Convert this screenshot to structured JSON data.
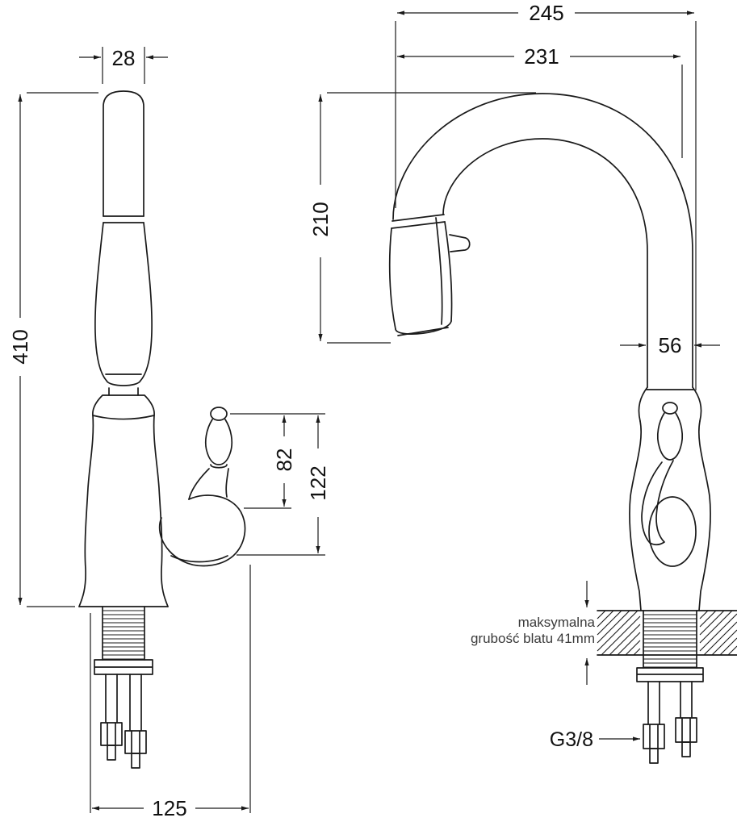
{
  "drawing": {
    "line_color": "#1a1a1a",
    "note_color": "#3a3a3a",
    "left_view": {
      "spout_top_width": "28",
      "total_height": "410",
      "handle_height": "82",
      "handle_assembly_height": "122",
      "base_spread": "125"
    },
    "right_view": {
      "overall_reach": "245",
      "spout_reach": "231",
      "spout_height": "210",
      "column_width": "56",
      "connection_thread": "G3/8",
      "counter_note_line1": "maksymalna",
      "counter_note_line2": "grubość blatu 41mm"
    }
  }
}
